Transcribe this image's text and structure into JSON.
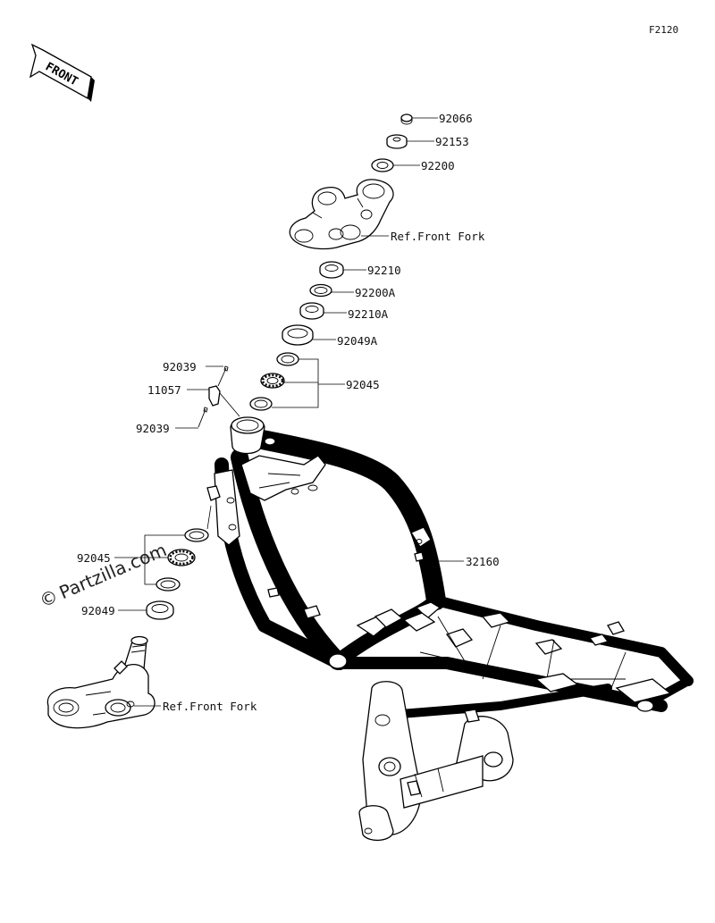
{
  "diagram_code": "F2120",
  "front_badge": "FRONT",
  "watermark": "Partzilla.com",
  "copyright_symbol": "©",
  "labels": {
    "p92066": "92066",
    "p92153": "92153",
    "p92200": "92200",
    "ref_fork_upper": "Ref.Front Fork",
    "p92210": "92210",
    "p92200a": "92200A",
    "p92210a": "92210A",
    "p92049a": "92049A",
    "p92039_top": "92039",
    "p11057": "11057",
    "p92045_upper": "92045",
    "p92039_bottom": "92039",
    "p92045_lower": "92045",
    "p32160": "32160",
    "p92049": "92049",
    "ref_fork_lower": "Ref.Front Fork"
  }
}
